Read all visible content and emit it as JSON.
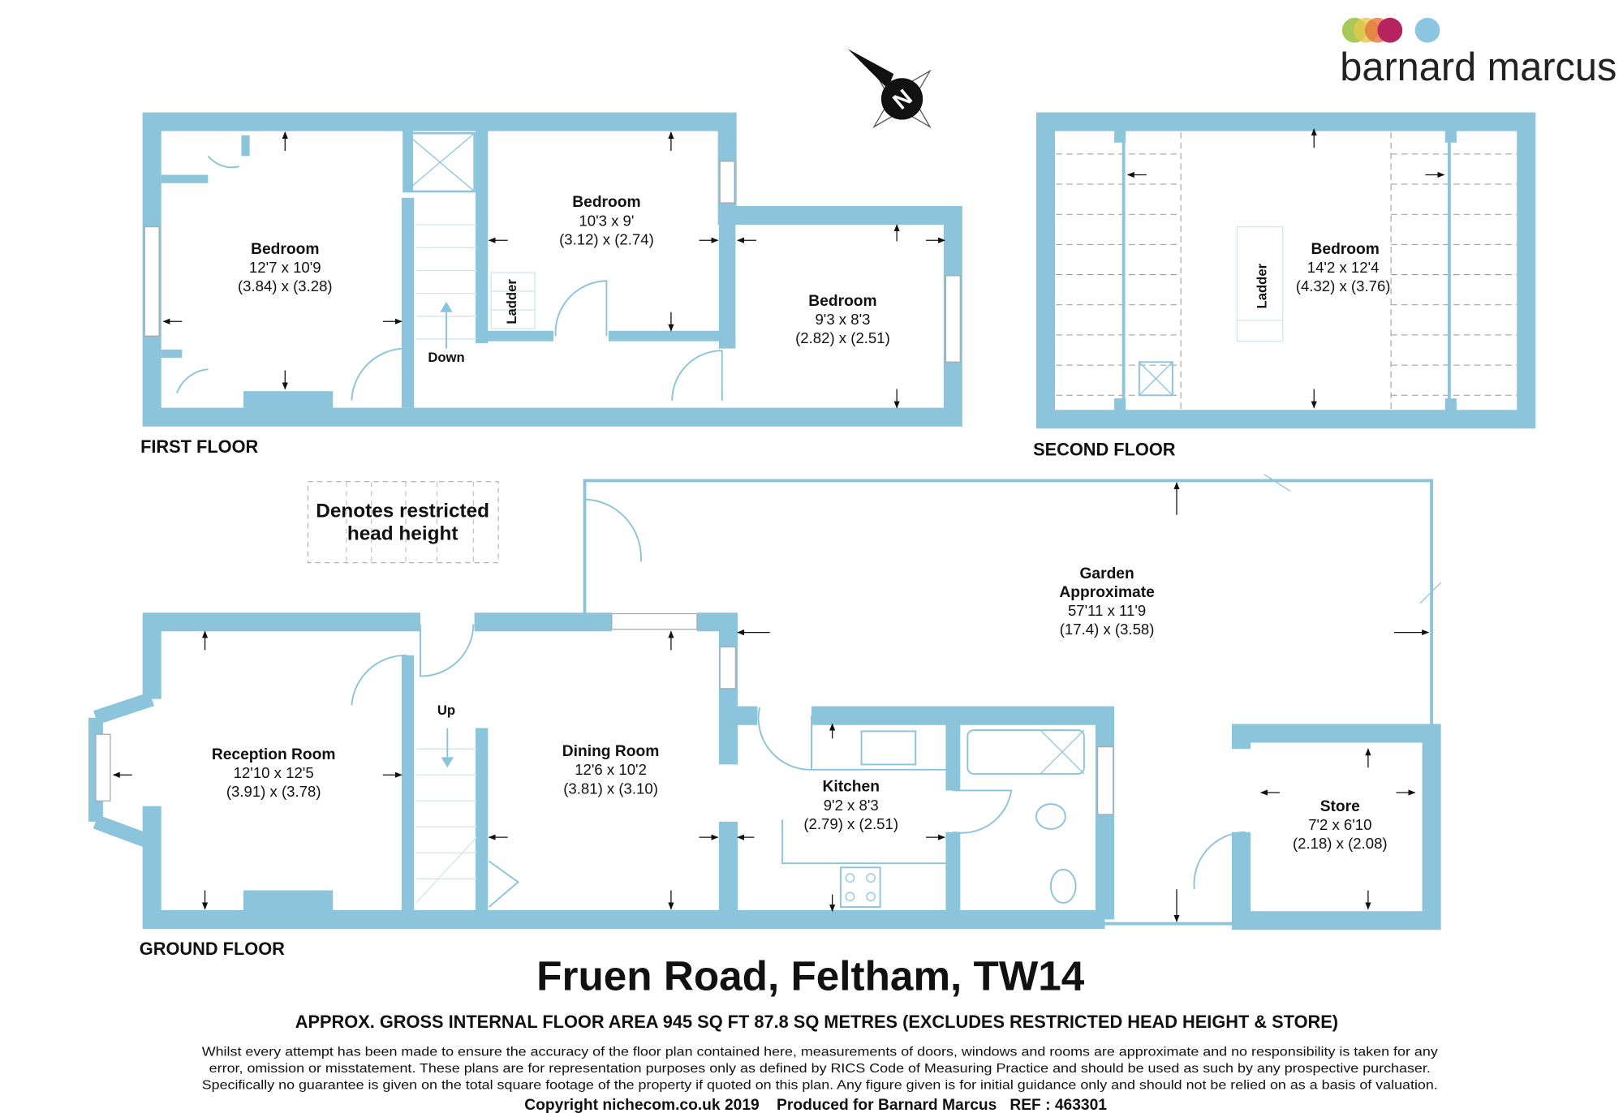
{
  "brand": {
    "name": "barnard marcus",
    "dot_colors": [
      "#9cc446",
      "#e8c74e",
      "#e3733a",
      "#b5245f",
      "#8cc6e0"
    ]
  },
  "colors": {
    "wall": "#8cc4dc",
    "text": "#111111"
  },
  "compass": {
    "label": "N"
  },
  "legend": {
    "line1": "Denotes restricted",
    "line2": "head height"
  },
  "floors": {
    "first": {
      "label": "FIRST FLOOR",
      "rooms": [
        {
          "name": "Bedroom",
          "imperial": "12'7 x 10'9",
          "metric": "(3.84) x (3.28)"
        },
        {
          "name": "Bedroom",
          "imperial": "10'3 x 9'",
          "metric": "(3.12) x (2.74)"
        },
        {
          "name": "Bedroom",
          "imperial": "9'3 x 8'3",
          "metric": "(2.82) x (2.51)"
        }
      ],
      "stairs_label": "Down",
      "ladder_label": "Ladder"
    },
    "second": {
      "label": "SECOND FLOOR",
      "rooms": [
        {
          "name": "Bedroom",
          "imperial": "14'2 x 12'4",
          "metric": "(4.32) x (3.76)"
        }
      ],
      "ladder_label": "Ladder"
    },
    "ground": {
      "label": "GROUND FLOOR",
      "rooms": [
        {
          "name": "Reception Room",
          "imperial": "12'10 x 12'5",
          "metric": "(3.91) x (3.78)"
        },
        {
          "name": "Dining Room",
          "imperial": "12'6 x 10'2",
          "metric": "(3.81) x (3.10)"
        },
        {
          "name": "Kitchen",
          "imperial": "9'2 x 8'3",
          "metric": "(2.79) x (2.51)"
        },
        {
          "name": "Store",
          "imperial": "7'2 x 6'10",
          "metric": "(2.18) x (2.08)"
        }
      ],
      "garden": {
        "name": "Garden",
        "sub": "Approximate",
        "imperial": "57'11 x 11'9",
        "metric": "(17.4) x (3.58)"
      },
      "stairs_label": "Up"
    }
  },
  "footer": {
    "address": "Fruen Road, Feltham, TW14",
    "area": "APPROX. GROSS INTERNAL FLOOR AREA 945 SQ FT 87.8 SQ METRES (EXCLUDES RESTRICTED HEAD HEIGHT & STORE)",
    "disclaimer": [
      "Whilst every attempt has been made to ensure the accuracy of the floor plan contained here, measurements of doors, windows and rooms are approximate and no responsibility is taken for any",
      "error, omission or misstatement. These plans are for representation purposes only as defined by RICS Code of Measuring Practice and should be used as such by any prospective purchaser.",
      "Specifically no guarantee is given on the total square footage of the property if quoted on this plan. Any figure given is for initial guidance only and should not be relied on as a basis of valuation."
    ],
    "copyright": "Copyright nichecom.co.uk 2019    Produced for Barnard Marcus   REF : 463301"
  }
}
